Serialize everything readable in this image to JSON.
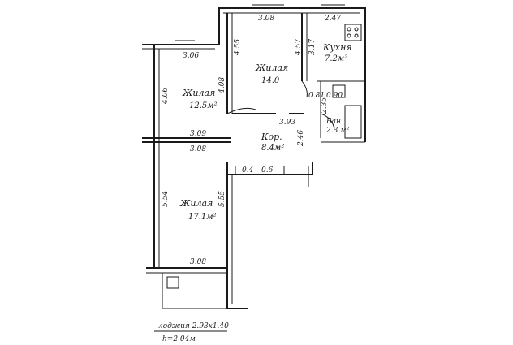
{
  "rooms": [
    {
      "name": "Жилая",
      "area": "12.5м²"
    },
    {
      "name": "Жилая",
      "area": "14.0"
    },
    {
      "name": "Кухня",
      "area": "7.2м²"
    },
    {
      "name": "Жилая",
      "area": "17.1м²"
    },
    {
      "name": "Кор.",
      "area": "8.4м²"
    },
    {
      "name": "Ван",
      "area": "2.3 м²"
    }
  ],
  "dims": {
    "top_mid": "3.08",
    "top_kitchen": "2.47",
    "top_left": "3.06",
    "left_room_height": "4.06",
    "left_room_inner": "4.08",
    "mid_left_height": "4.55",
    "mid_right_height": "4.57",
    "kitchen_height": "3.17",
    "closet_width": "0.81",
    "bath_height": "2.35",
    "small_sq": "0.90",
    "corridor_top": "3.93",
    "left_bottom_a": "3.09",
    "left_bottom_b": "3.08",
    "corridor_side": "2.46",
    "nook_a": "0.4",
    "nook_b": "0.6",
    "lower_left": "5.54",
    "lower_right": "5.55",
    "lower_bottom": "3.08"
  },
  "notes": {
    "loggia": "лоджия 2.93х1.40",
    "height": "h=2.04м"
  }
}
